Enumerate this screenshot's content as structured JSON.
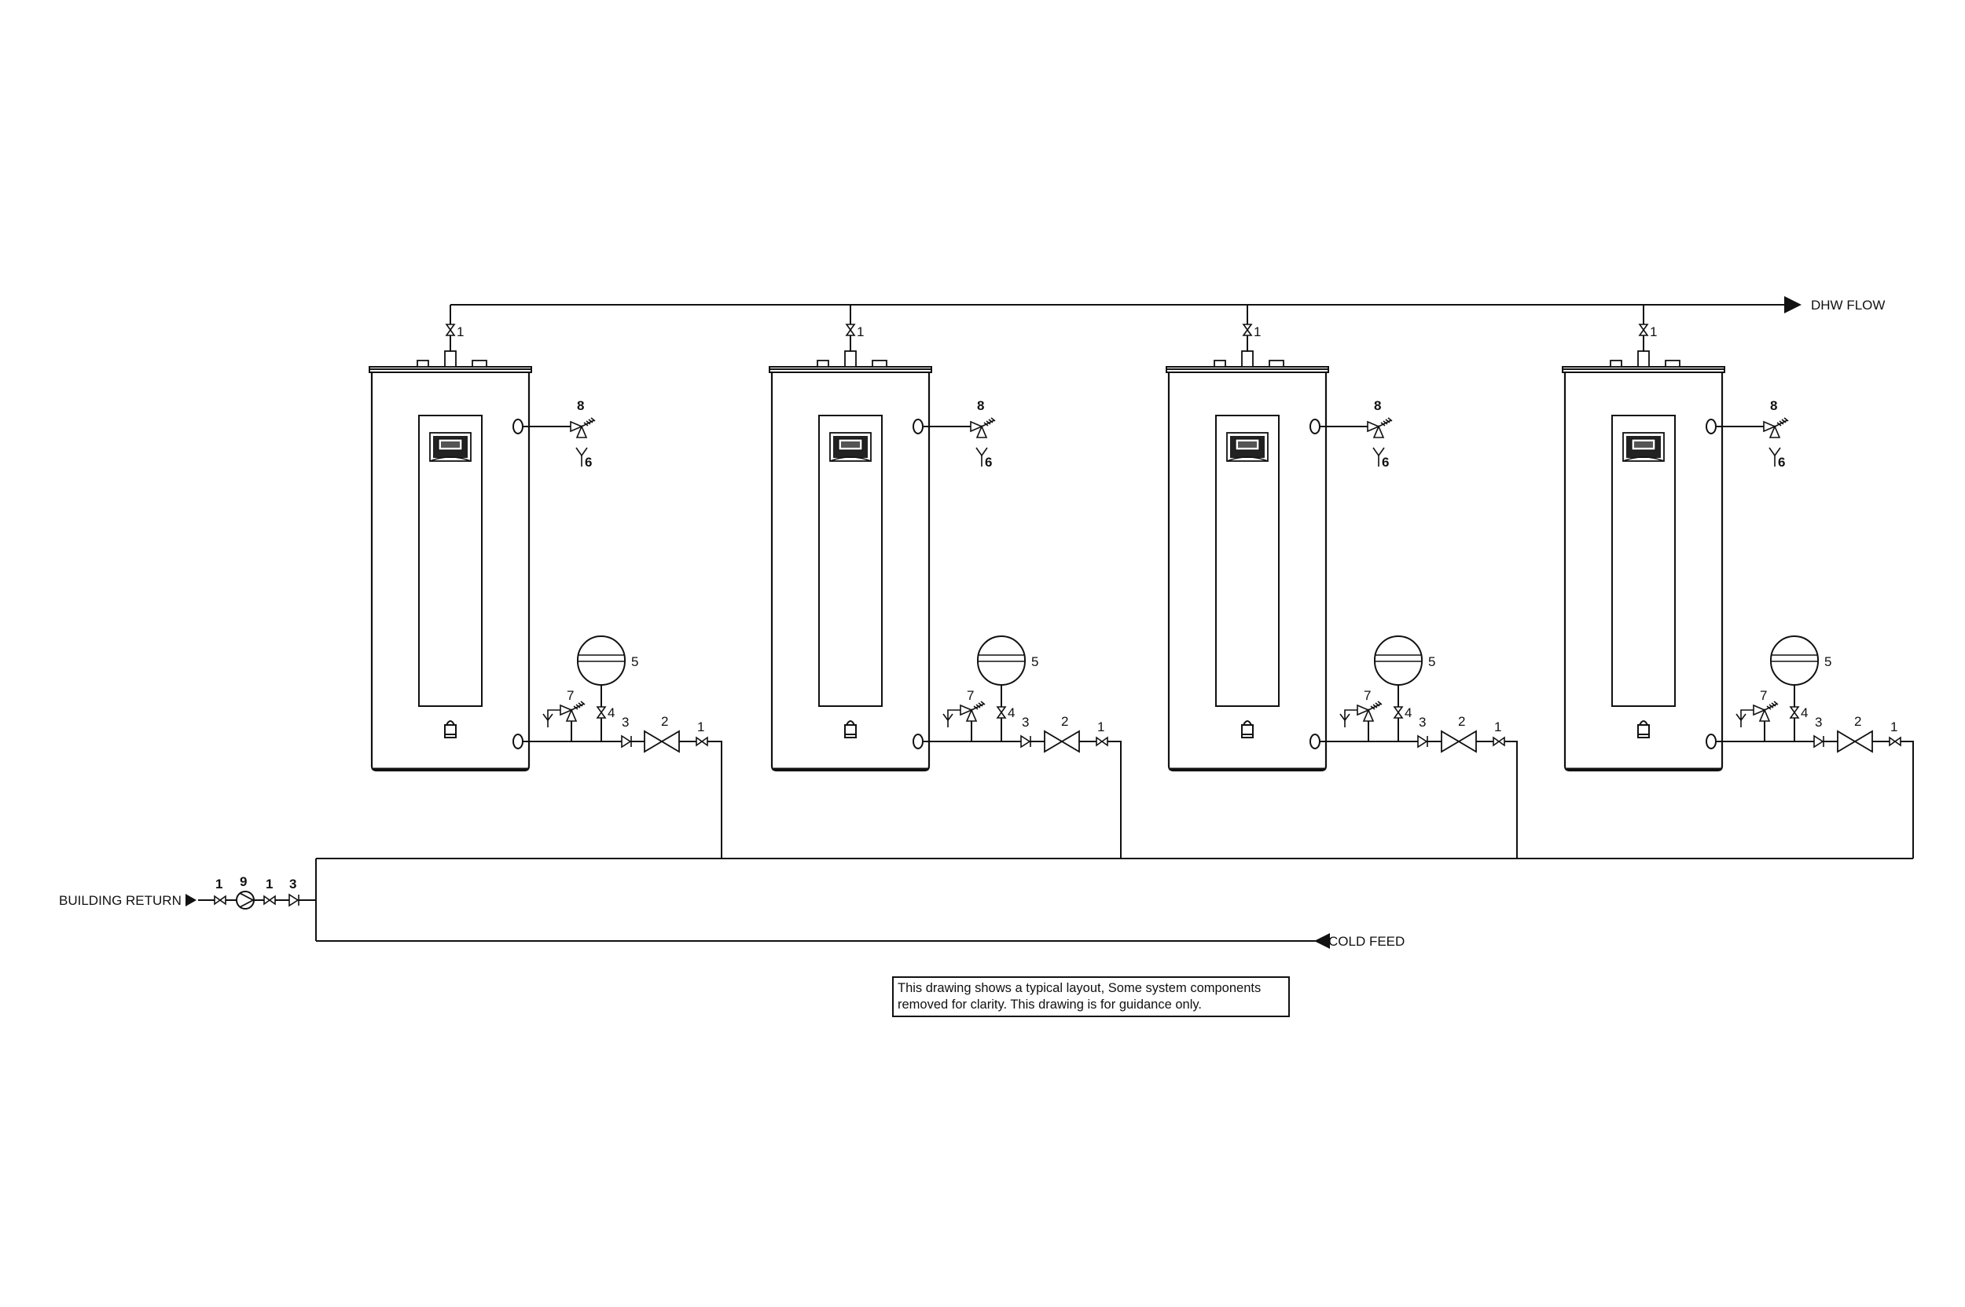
{
  "labels": {
    "dhw_flow": "DHW FLOW",
    "cold_feed": "COLD FEED",
    "building_return": "BUILDING RETURN"
  },
  "note": {
    "line1": "This drawing shows a typical layout, Some system components",
    "line2": "removed for clarity. This drawing is for guidance only."
  },
  "component_tags": {
    "isolation_valve": "1",
    "pressure_reducing_valve": "2",
    "check_valve": "3",
    "expansion_valve": "4",
    "expansion_vessel": "5",
    "tundish": "6",
    "expansion_relief_valve": "7",
    "temperature_pressure_relief_valve": "8",
    "circulating_pump": "9"
  },
  "heaters": [
    {
      "id": "water-heater-1"
    },
    {
      "id": "water-heater-2"
    },
    {
      "id": "water-heater-3"
    },
    {
      "id": "water-heater-4"
    }
  ]
}
